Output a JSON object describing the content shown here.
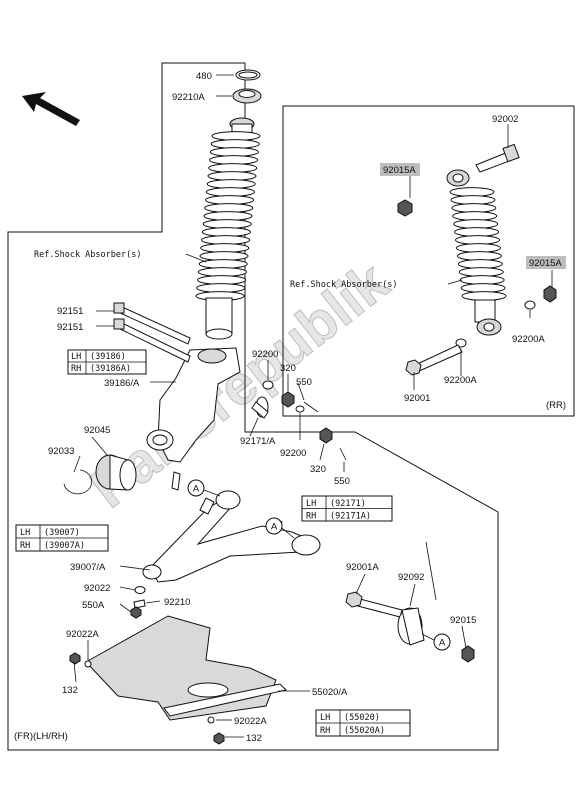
{
  "watermark": "Partsrepublik",
  "refs": {
    "main_shock": "Ref.Shock Absorber(s)",
    "rr_shock": "Ref.Shock Absorber(s)"
  },
  "frame_notes": {
    "rr": "(RR)",
    "fr": "(FR)(LH/RH)"
  },
  "labels": {
    "p480": "480",
    "p92210A": "92210A",
    "p92002": "92002",
    "p92015A_top": "92015A",
    "p92015A_right": "92015A",
    "p92200A_right": "92200A",
    "p92200A_mid": "92200A",
    "p92001": "92001",
    "p92151_a": "92151",
    "p92151_b": "92151",
    "p92200_a": "92200",
    "p320_a": "320",
    "p550_a": "550",
    "p39186A": "39186/A",
    "p92171A": "92171/A",
    "p92045": "92045",
    "p92033": "92033",
    "p92200_b": "92200",
    "p320_b": "320",
    "p550_b": "550",
    "p39007A": "39007/A",
    "p92022": "92022",
    "p92210": "92210",
    "p550A": "550A",
    "p92022A_a": "92022A",
    "p132_a": "132",
    "p92001A": "92001A",
    "p92092": "92092",
    "p92015": "92015",
    "p55020A": "55020/A",
    "p92022A_b": "92022A",
    "p132_b": "132",
    "circle_a": "A"
  },
  "tables": {
    "knuckle": {
      "rows": [
        [
          "LH",
          "(39186)"
        ],
        [
          "RH",
          "(39186A)"
        ]
      ]
    },
    "bracket": {
      "rows": [
        [
          "LH",
          "(92171)"
        ],
        [
          "RH",
          "(92171A)"
        ]
      ]
    },
    "arm": {
      "rows": [
        [
          "LH",
          "(39007)"
        ],
        [
          "RH",
          "(39007A)"
        ]
      ]
    },
    "guard": {
      "rows": [
        [
          "LH",
          "(55020)"
        ],
        [
          "RH",
          "(55020A)"
        ]
      ]
    }
  },
  "arrow_icon": "direction-arrow-icon"
}
